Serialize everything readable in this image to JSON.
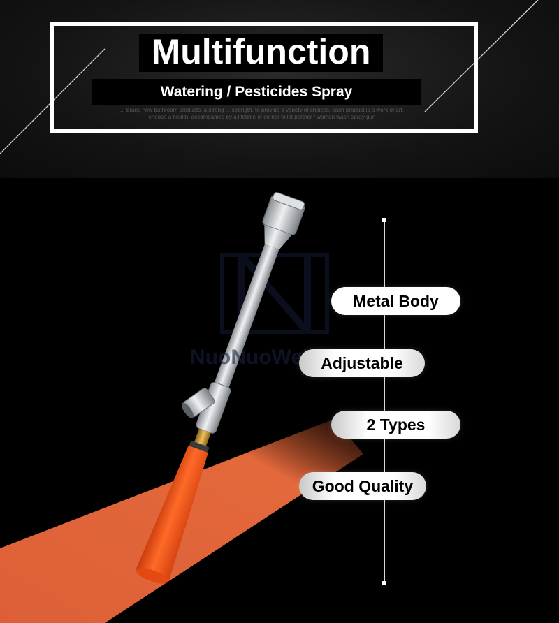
{
  "header": {
    "title": "Multifunction",
    "subtitle": "Watering / Pesticides Spray",
    "fineprint_line1": "... brand new bathroom products, a strong ... strength, to provide a variety of choices, each product is a work of art,",
    "fineprint_line2": "choose a health, accompanied by a lifetime of corner toilet partner / woman wash spray gun"
  },
  "watermark": {
    "logo_text": "N",
    "brand_text": "NuoNuoWell"
  },
  "features": [
    {
      "label": "Metal Body"
    },
    {
      "label": "Adjustable"
    },
    {
      "label": "2 Types"
    },
    {
      "label": "Good Quality"
    }
  ],
  "colors": {
    "background": "#000000",
    "accent_orange": "#f06a3a",
    "handle_orange": "#f24e12",
    "metal": "#c9ccd0",
    "brass": "#c99a3c"
  },
  "icons": [
    "spray-gun-illustration"
  ]
}
